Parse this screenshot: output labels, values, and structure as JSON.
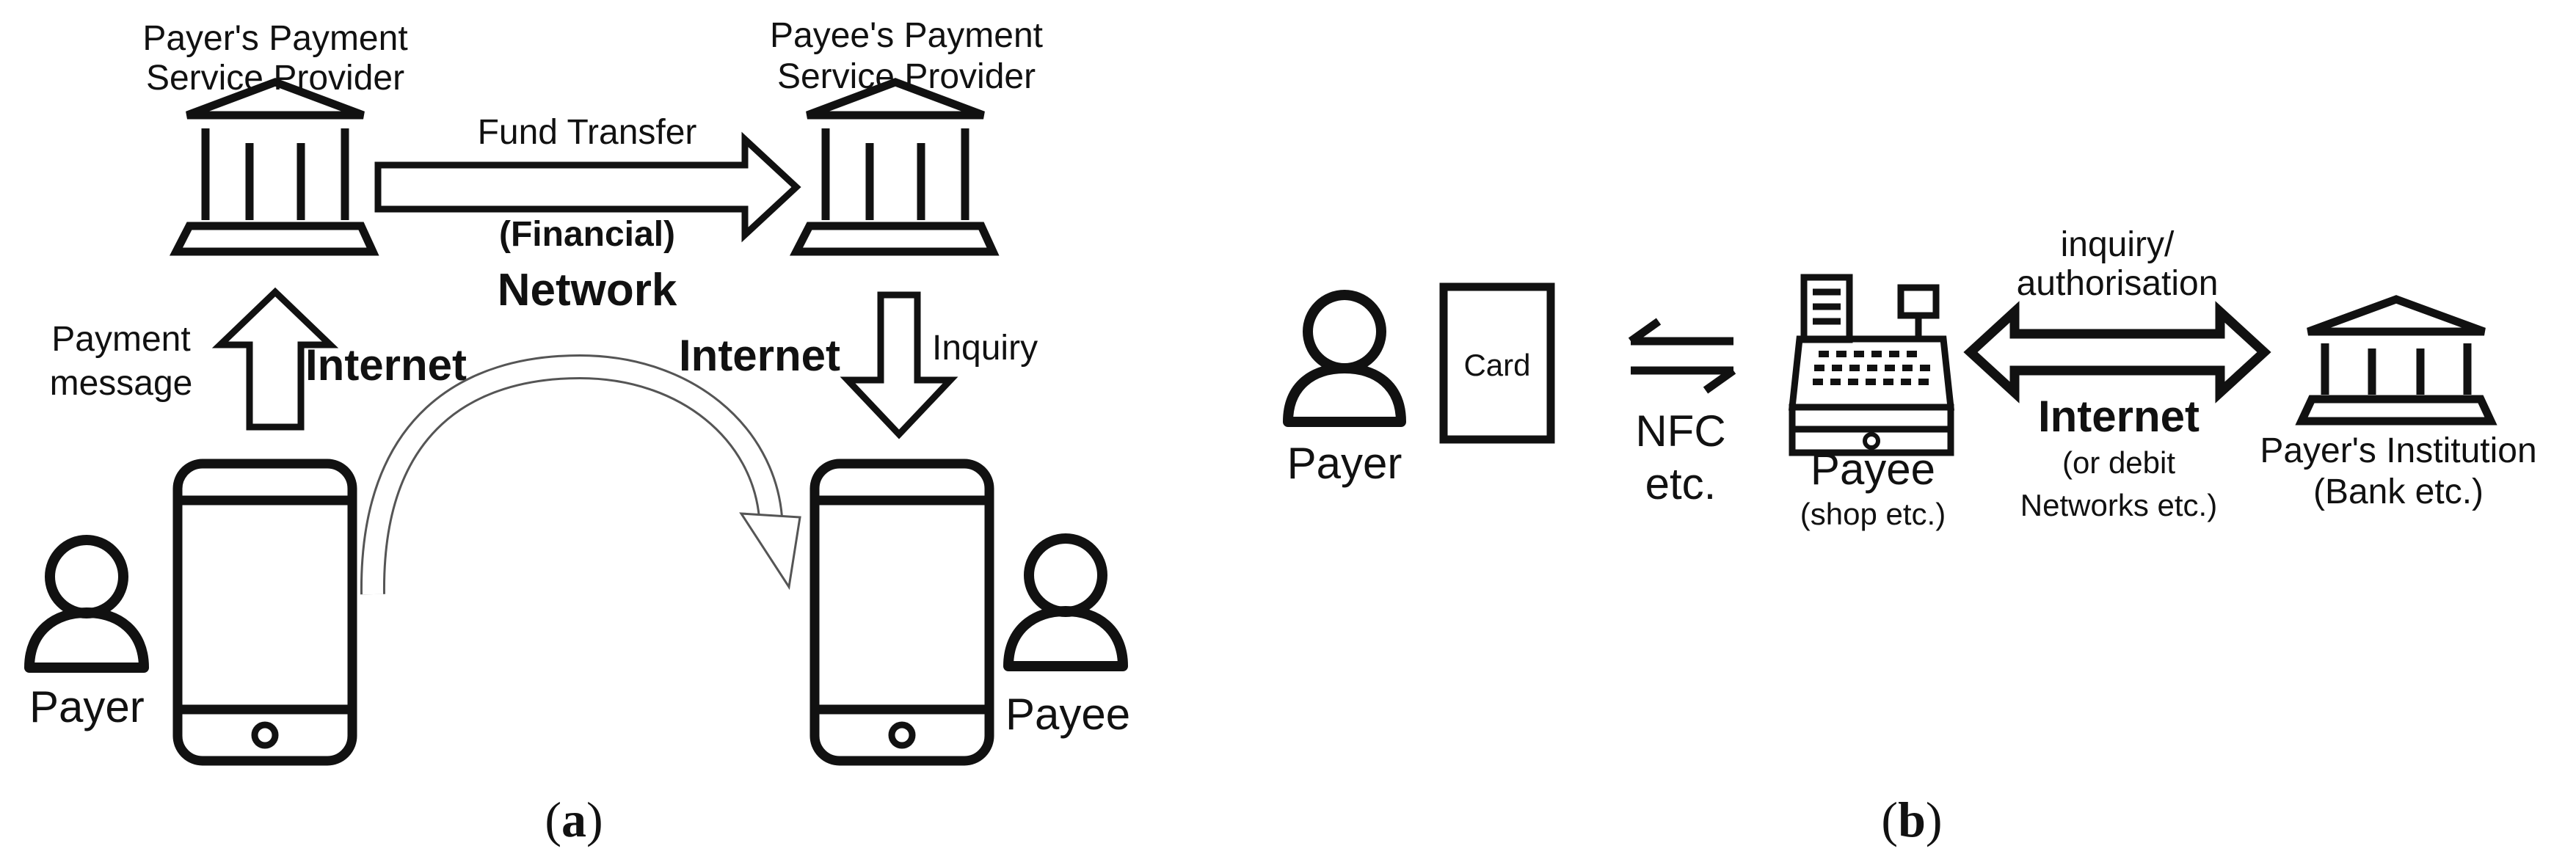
{
  "panel_a": {
    "payer_psp_line1": "Payer's Payment",
    "payer_psp_line2": "Service Provider",
    "payee_psp_line1": "Payee's Payment",
    "payee_psp_line2": "Service Provider",
    "fund_transfer": "Fund Transfer",
    "financial": "(Financial)",
    "network": "Network",
    "payment_message_line1": "Payment",
    "payment_message_line2": "message",
    "internet_left": "Internet",
    "internet_right": "Internet",
    "inquiry": "Inquiry",
    "payer": "Payer",
    "payee": "Payee",
    "caption_open": "(",
    "caption_letter": "a",
    "caption_close": ")"
  },
  "panel_b": {
    "payer": "Payer",
    "card": "Card",
    "nfc_line1": "NFC",
    "nfc_line2": "etc.",
    "payee": "Payee",
    "payee_sub": "(shop etc.)",
    "inquiry_line1": "inquiry/",
    "inquiry_line2": "authorisation",
    "internet": "Internet",
    "debit_line1": "(or debit",
    "debit_line2": "Networks etc.)",
    "institution_line1": "Payer's Institution",
    "institution_line2": "(Bank etc.)",
    "caption_open": "(",
    "caption_letter": "b",
    "caption_close": ")"
  }
}
